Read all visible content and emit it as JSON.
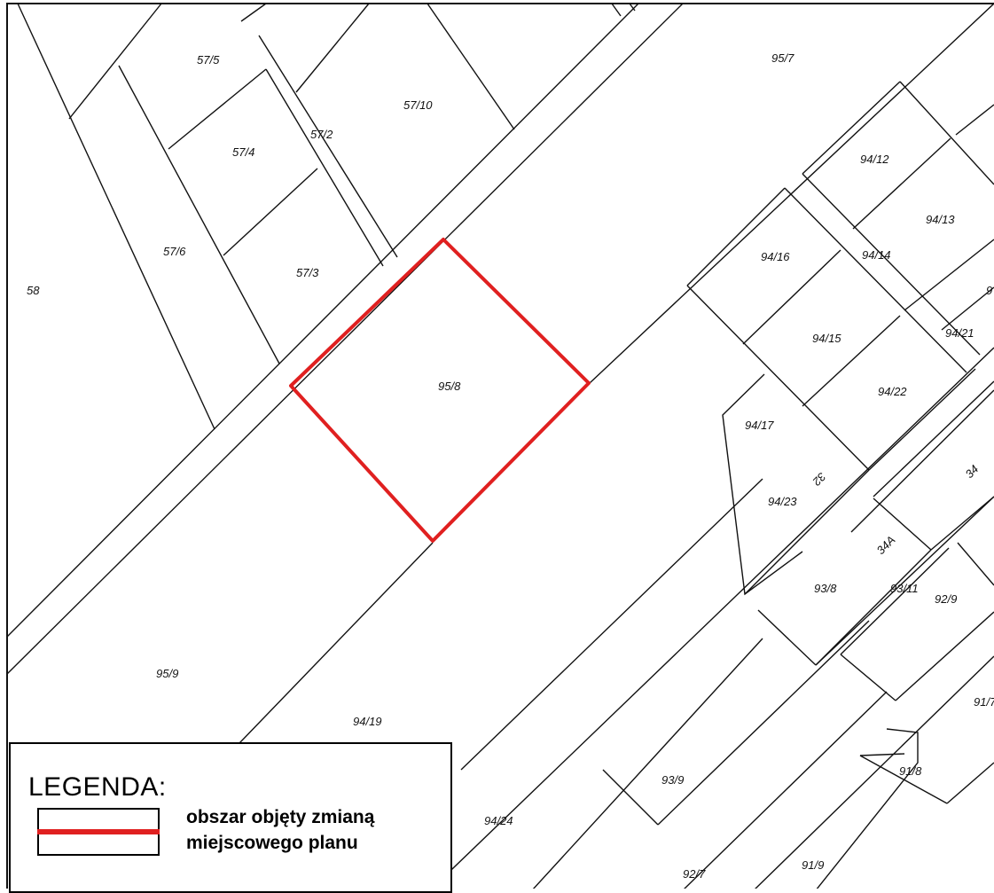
{
  "map": {
    "parcels": [
      {
        "id": "57/5",
        "rot": 0
      },
      {
        "id": "57/10",
        "rot": 0
      },
      {
        "id": "57/2",
        "rot": 0
      },
      {
        "id": "57/4",
        "rot": 0
      },
      {
        "id": "57/6",
        "rot": 0
      },
      {
        "id": "57/3",
        "rot": 0
      },
      {
        "id": "58",
        "rot": 0
      },
      {
        "id": "95/7",
        "rot": 0
      },
      {
        "id": "94/12",
        "rot": 0
      },
      {
        "id": "94/13",
        "rot": 0
      },
      {
        "id": "94/16",
        "rot": 0
      },
      {
        "id": "94/14",
        "rot": 0
      },
      {
        "id": "94/15",
        "rot": 0
      },
      {
        "id": "94/21",
        "rot": 0
      },
      {
        "id": "94/22",
        "rot": 0
      },
      {
        "id": "95/8",
        "rot": 0
      },
      {
        "id": "94/17",
        "rot": 0
      },
      {
        "id": "94/23",
        "rot": 0
      },
      {
        "id": "93/8",
        "rot": 0
      },
      {
        "id": "93/11",
        "rot": 0
      },
      {
        "id": "92/9",
        "rot": 0
      },
      {
        "id": "95/9",
        "rot": 0
      },
      {
        "id": "94/19",
        "rot": 0
      },
      {
        "id": "93/9",
        "rot": 0
      },
      {
        "id": "94/24",
        "rot": 0
      },
      {
        "id": "91/8",
        "rot": 0
      },
      {
        "id": "92/7",
        "rot": 0
      },
      {
        "id": "91/9",
        "rot": 0
      },
      {
        "id": "91/7",
        "rot": 0
      },
      {
        "id": "9",
        "rot": 0
      }
    ],
    "building_numbers": [
      {
        "id": "34",
        "rot": -45
      },
      {
        "id": "34A",
        "rot": -45
      },
      {
        "id": "32",
        "rot": 135
      }
    ],
    "highlight_color": "#e02020",
    "highlighted_parcel": "95/8"
  },
  "legend": {
    "title": "LEGENDA:",
    "item_text_line1": "obszar objęty zmianą",
    "item_text_line2": "miejscowego planu",
    "swatch_color": "#e02020"
  }
}
